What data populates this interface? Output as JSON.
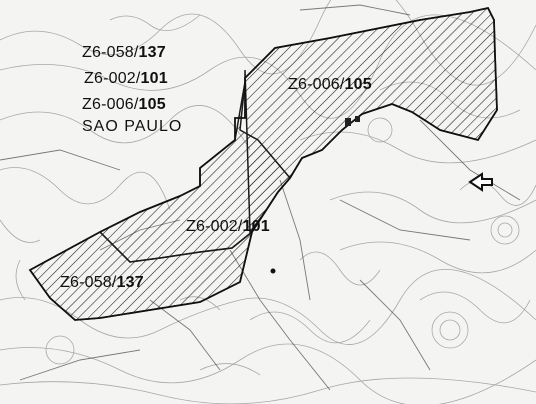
{
  "legend": {
    "lines": [
      {
        "code": "Z6-058/",
        "num": "137"
      },
      {
        "code": "Z6-002/",
        "num": "101"
      },
      {
        "code": "Z6-006/",
        "num": "105"
      }
    ],
    "city": "SAO  PAULO"
  },
  "zones": [
    {
      "code": "Z6-006/",
      "num": "105"
    },
    {
      "code": "Z6-002/",
      "num": "101"
    },
    {
      "code": "Z6-058/",
      "num": "137"
    }
  ],
  "colors": {
    "hatch": "#1a1a1a",
    "contour": "#9a9a9a",
    "road": "#444444",
    "paper": "#f4f4f2"
  },
  "icons": {
    "arrow": "arrow-left-icon"
  }
}
